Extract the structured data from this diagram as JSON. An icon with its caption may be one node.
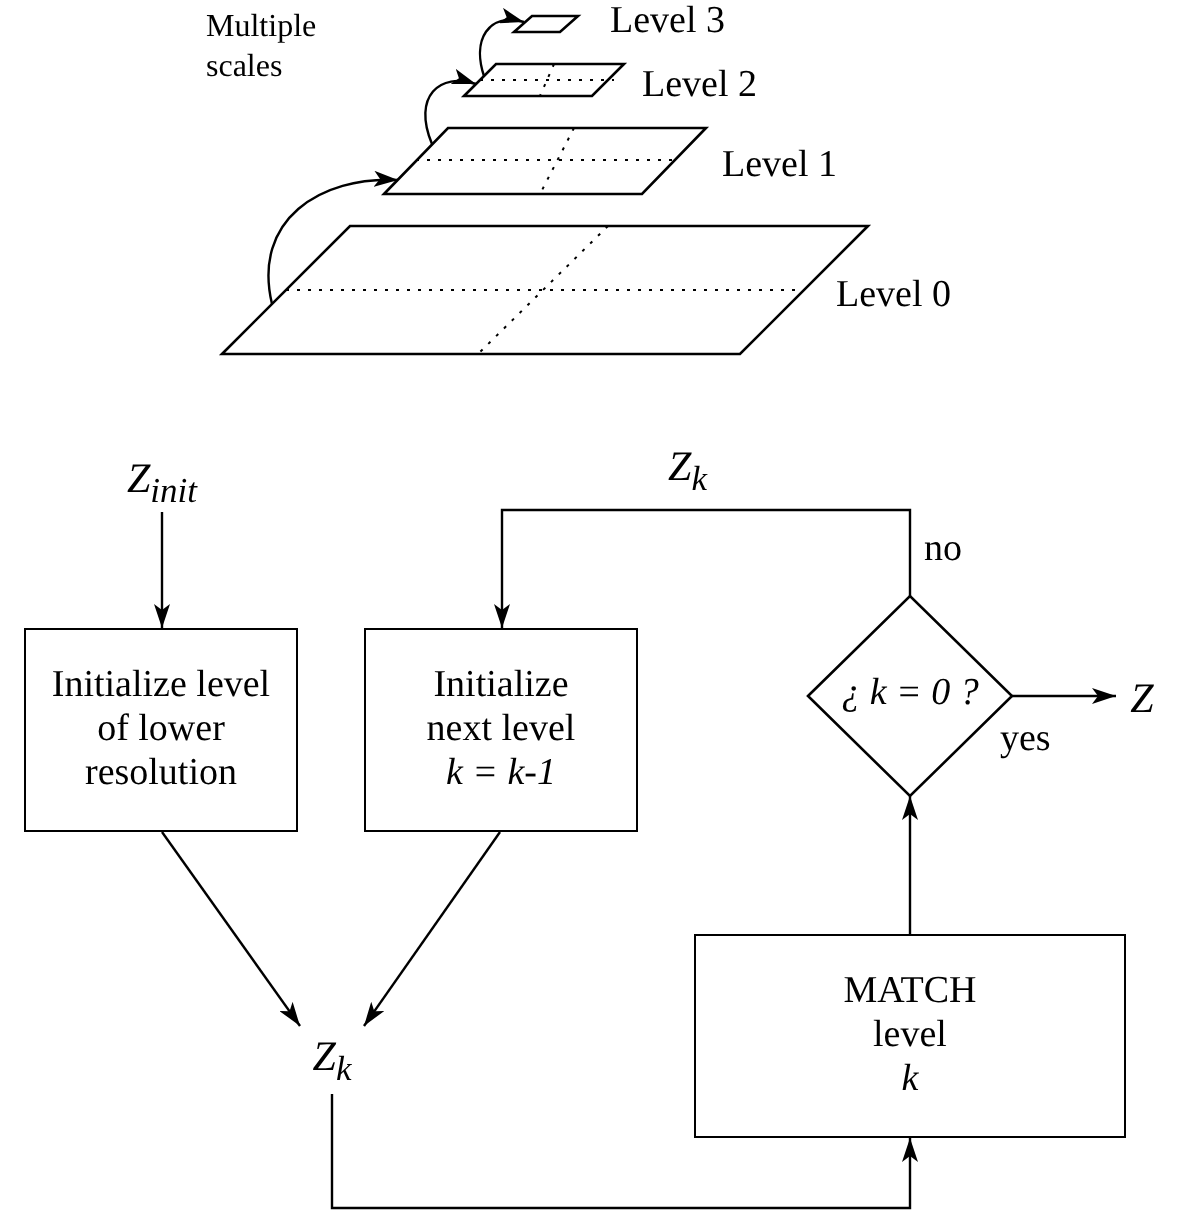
{
  "diagram": {
    "nodes": [
      {
        "text": [
          "Level 3"
        ]
      },
      {
        "text": [
          "Level 2"
        ]
      },
      {
        "text": [
          "Level 1"
        ]
      },
      {
        "text": [
          "Level 0"
        ]
      },
      {
        "text": [
          "Z$_{init}$"
        ]
      },
      {
        "text": [
          "Initialize level of lower resolution"
        ]
      },
      {
        "text": [
          "Initialize next level",
          "k = k-1"
        ]
      },
      {
        "text": [
          "¿ k = 0 ?"
        ]
      },
      {
        "text": [
          "Z"
        ]
      },
      {
        "text": [
          "Z$_{k}$"
        ]
      },
      {
        "text": [
          "MATCH level",
          "k"
        ]
      }
    ],
    "edges": [
      {
        "from": 3,
        "to": 2,
        "arrow": "to"
      },
      {
        "from": 2,
        "to": 1,
        "arrow": "to"
      },
      {
        "from": 1,
        "to": 0,
        "arrow": "to"
      },
      {
        "from": 4,
        "to": 5,
        "arrow": "to"
      },
      {
        "from": 7,
        "to": 6,
        "arrow": "to",
        "label": "no"
      },
      {
        "from": 7,
        "to": 8,
        "arrow": "to",
        "label": "yes"
      },
      {
        "from": 5,
        "to": 9,
        "arrow": "to"
      },
      {
        "from": 6,
        "to": 9,
        "arrow": "to"
      },
      {
        "from": 9,
        "to": 10,
        "arrow": "to"
      },
      {
        "from": 10,
        "to": 7,
        "arrow": "to"
      }
    ],
    "labels": [
      "Multiple scales",
      "Z$_{k}$"
    ]
  }
}
